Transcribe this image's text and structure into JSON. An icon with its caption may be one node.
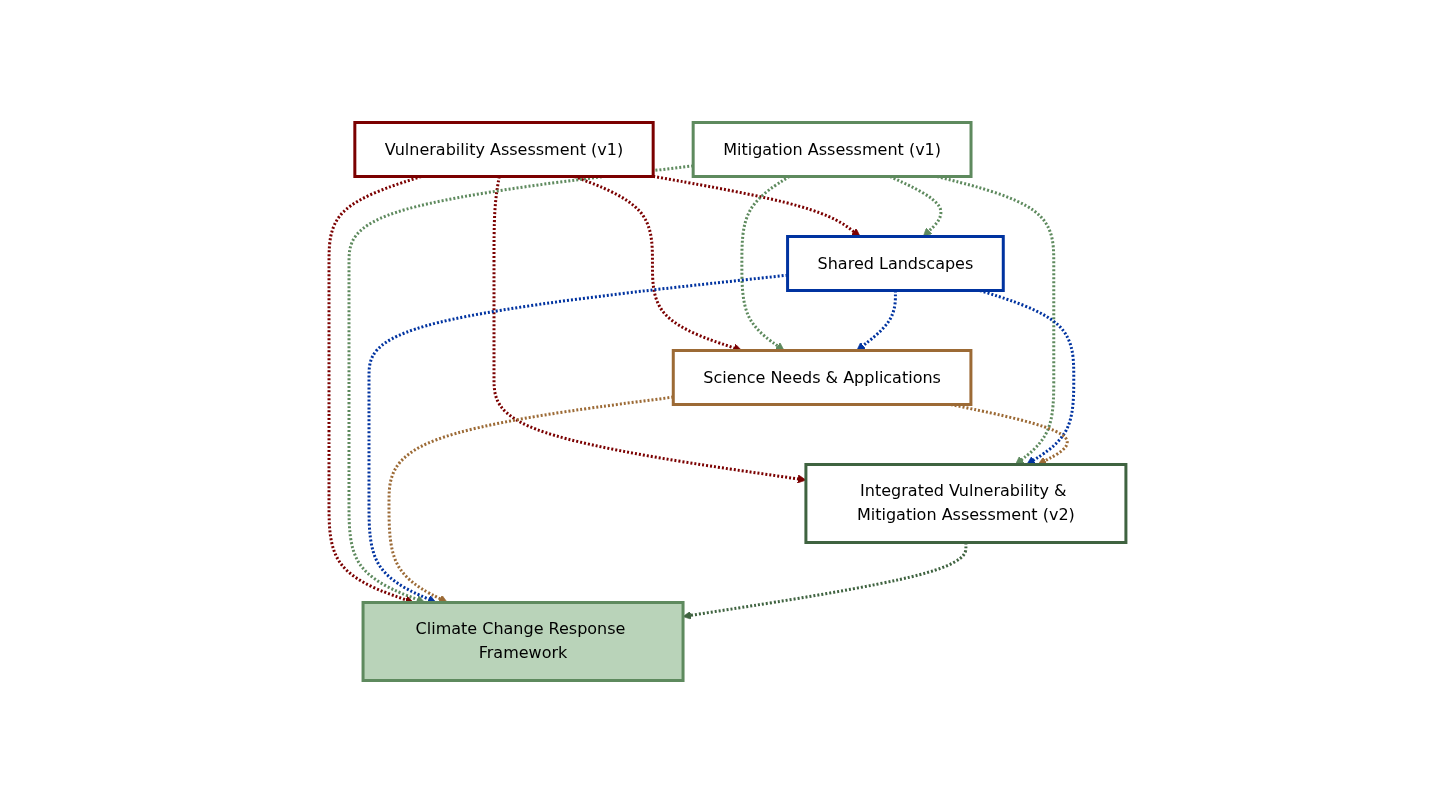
{
  "diagram": {
    "nodes": [
      {
        "text": [
          "Vulnerability Assessment (v1)"
        ]
      },
      {
        "text": [
          "Mitigation Assessment (v1)"
        ]
      },
      {
        "text": [
          "Shared Landscapes"
        ]
      },
      {
        "text": [
          "Science Needs & Applications"
        ]
      },
      {
        "text": [
          "Integrated Vulnerability & Mitigation Assessment (v2)"
        ]
      },
      {
        "text": [
          "Climate Change Response Framework"
        ]
      }
    ],
    "edges": [
      {
        "from": 0,
        "to": 2,
        "arrow": "to",
        "style": "dashed",
        "color": "#7b0000"
      },
      {
        "from": 0,
        "to": 3,
        "arrow": "to",
        "style": "dashed",
        "color": "#7b0000"
      },
      {
        "from": 1,
        "to": 2,
        "arrow": "to",
        "style": "dashed",
        "color": "#5e8a5e"
      },
      {
        "from": 1,
        "to": 3,
        "arrow": "to",
        "style": "dashed",
        "color": "#5e8a5e"
      },
      {
        "from": 2,
        "to": 3,
        "arrow": "to",
        "style": "dashed",
        "color": "#0033a0"
      },
      {
        "from": 0,
        "to": 4,
        "arrow": "to",
        "style": "dashed",
        "color": "#7b0000"
      },
      {
        "from": 1,
        "to": 4,
        "arrow": "to",
        "style": "dashed",
        "color": "#5e8a5e"
      },
      {
        "from": 2,
        "to": 4,
        "arrow": "to",
        "style": "dashed",
        "color": "#0033a0"
      },
      {
        "from": 3,
        "to": 4,
        "arrow": "to",
        "style": "dashed",
        "color": "#9c6a35"
      },
      {
        "from": 0,
        "to": 5,
        "arrow": "to",
        "style": "dashed",
        "color": "#7b0000"
      },
      {
        "from": 1,
        "to": 5,
        "arrow": "to",
        "style": "dashed",
        "color": "#5e8a5e"
      },
      {
        "from": 2,
        "to": 5,
        "arrow": "to",
        "style": "dashed",
        "color": "#0033a0"
      },
      {
        "from": 3,
        "to": 5,
        "arrow": "to",
        "style": "dashed",
        "color": "#9c6a35"
      },
      {
        "from": 4,
        "to": 5,
        "arrow": "to",
        "style": "dashed",
        "color": "#3f6340"
      }
    ]
  }
}
